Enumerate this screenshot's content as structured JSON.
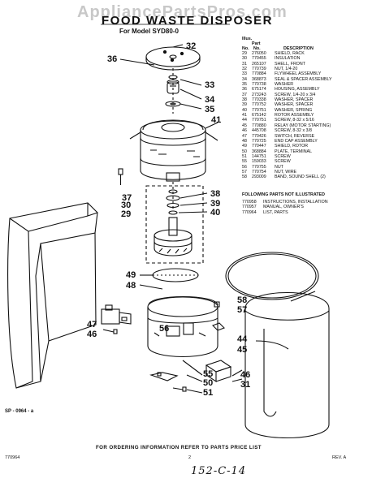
{
  "watermark": "AppliancePartsPros.com",
  "title": "FOOD WASTE DISPOSER",
  "subtitle": "For Model SYD80-0",
  "parts_header": {
    "illus": "Illus.",
    "part": "Part",
    "no1": "No.",
    "no2": "No.",
    "description": "DESCRIPTION"
  },
  "parts": [
    {
      "key": "29",
      "part": "276050",
      "desc": "SHIELD, RACK"
    },
    {
      "key": "30",
      "part": "770455",
      "desc": "INSULATION"
    },
    {
      "key": "31",
      "part": "265107",
      "desc": "SHELL, FRONT"
    },
    {
      "key": "32",
      "part": "770739",
      "desc": "NUT, 1/4-20"
    },
    {
      "key": "33",
      "part": "770884",
      "desc": "FLYWHEEL ASSEMBLY"
    },
    {
      "key": "34",
      "part": "368873",
      "desc": "SEAL & SPACER ASSEMBLY"
    },
    {
      "key": "35",
      "part": "770738",
      "desc": "WASHER"
    },
    {
      "key": "36",
      "part": "675174",
      "desc": "HOUSING, ASSEMBLY"
    },
    {
      "key": "37",
      "part": "273243",
      "desc": "SCREW, 1/4-20 x 3/4"
    },
    {
      "key": "38",
      "part": "770338",
      "desc": "WASHER, SPACER"
    },
    {
      "key": "39",
      "part": "770752",
      "desc": "WASHER, SPACER"
    },
    {
      "key": "40",
      "part": "770751",
      "desc": "WASHER, SPRING"
    },
    {
      "key": "41",
      "part": "675142",
      "desc": "ROTOR ASSEMBLY"
    },
    {
      "key": "44",
      "part": "770751",
      "desc": "SCREW, 8-32 x 5/16"
    },
    {
      "key": "45",
      "part": "770880",
      "desc": "RELAY (MOTOR STARTING)"
    },
    {
      "key": "46",
      "part": "445708",
      "desc": "SCREW, 8-32 x 3/8"
    },
    {
      "key": "47",
      "part": "770426",
      "desc": "SWITCH, REVERSE"
    },
    {
      "key": "48",
      "part": "770725",
      "desc": "END CAP ASSEMBLY"
    },
    {
      "key": "49",
      "part": "770447",
      "desc": "SHIELD, ROTOR"
    },
    {
      "key": "50",
      "part": "368884",
      "desc": "PLATE, TERMINAL"
    },
    {
      "key": "51",
      "part": "144751",
      "desc": "SCREW"
    },
    {
      "key": "55",
      "part": "159033",
      "desc": "SCREW"
    },
    {
      "key": "56",
      "part": "770755",
      "desc": "NUT"
    },
    {
      "key": "57",
      "part": "770754",
      "desc": "NUT, WIRE"
    },
    {
      "key": "58",
      "part": "293009",
      "desc": "BAND, SOUND SHELL (2)"
    }
  ],
  "following_header": "FOLLOWING PARTS NOT ILLUSTRATED",
  "not_illustrated": [
    {
      "part": "770958",
      "desc": "INSTRUCTIONS, INSTALLATION"
    },
    {
      "part": "770957",
      "desc": "MANUAL, OWNER'S"
    },
    {
      "part": "770964",
      "desc": "LIST, PARTS"
    }
  ],
  "callouts": {
    "c36": "36",
    "c32": "32",
    "c33": "33",
    "c34": "34",
    "c35": "35",
    "c41": "41",
    "c37": "37",
    "c30": "30",
    "c29": "29",
    "c38": "38",
    "c39": "39",
    "c40": "40",
    "c49": "49",
    "c48": "48",
    "c58": "58",
    "c57": "57",
    "c47": "47",
    "c46a": "46",
    "c56": "56",
    "c44": "44",
    "c45": "45",
    "c55": "55",
    "c50": "50",
    "c51": "51",
    "c46b": "46",
    "c31": "31"
  },
  "footer": {
    "left_code": "SP - 0964 - a",
    "order_info": "FOR ORDERING INFORMATION REFER TO PARTS PRICE LIST",
    "doc_number": "770964",
    "page": "2",
    "revision": "REV. A",
    "handwritten": "152-C-14"
  }
}
